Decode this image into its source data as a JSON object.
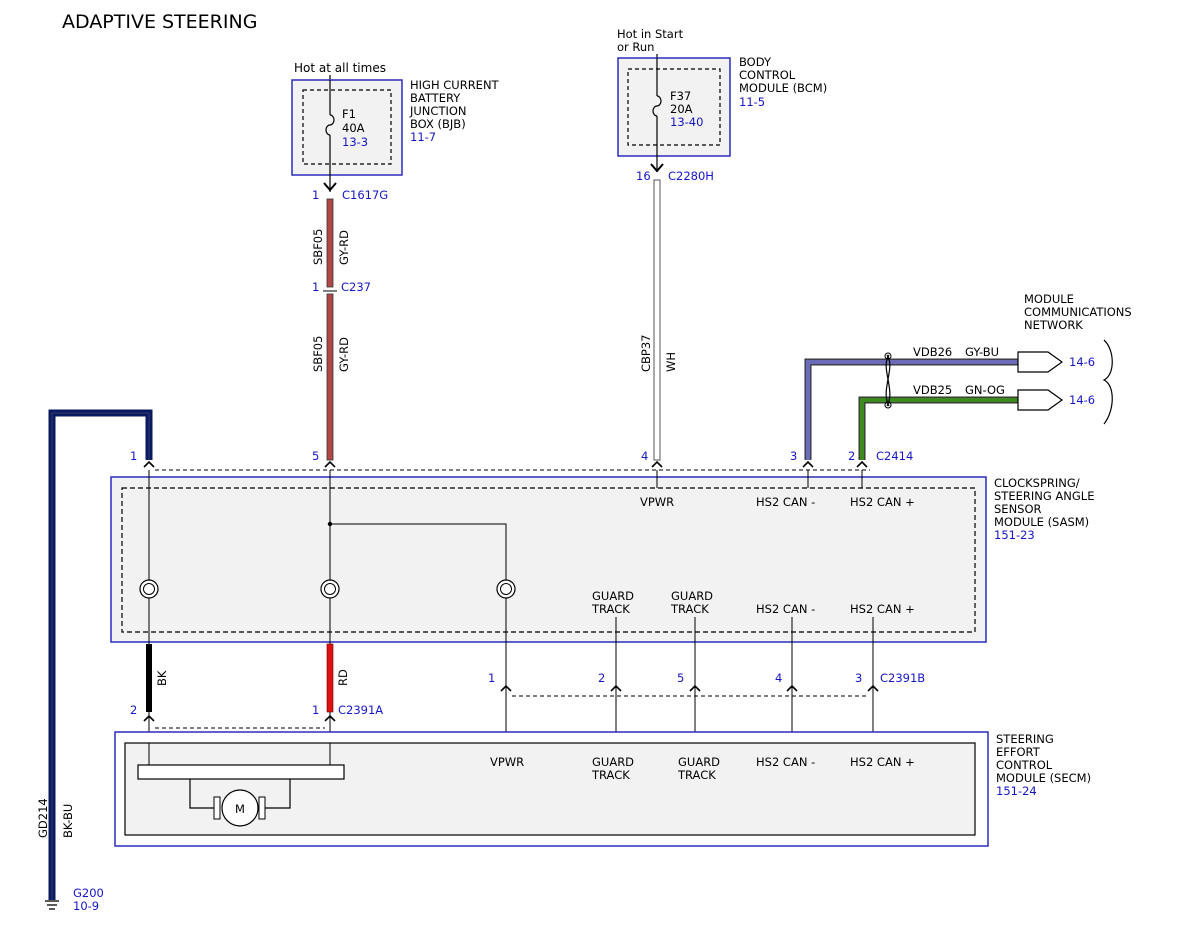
{
  "title": "ADAPTIVE STEERING",
  "colors": {
    "link": "#1515c8",
    "box_fill": "#f2f2f2",
    "box_border": "#2d2dbd",
    "wire_gy_rd": "#b34848",
    "wire_bk": "#000000",
    "wire_rd": "#e01010",
    "wire_gy_bu": "#6b6bb8",
    "wire_gn_og": "#3d8a1e",
    "wire_bk_bu": "#0b1a5e"
  },
  "bjb": {
    "hot_label": "Hot at all times",
    "fuse_name": "F1",
    "fuse_rating": "40A",
    "fuse_ref": "13-3",
    "name_lines": [
      "HIGH CURRENT",
      "BATTERY",
      "JUNCTION",
      "BOX (BJB)"
    ],
    "ref": "11-7"
  },
  "bcm": {
    "hot_lines": [
      "Hot in Start",
      "or Run"
    ],
    "fuse_name": "F37",
    "fuse_rating": "20A",
    "fuse_ref": "13-40",
    "name_lines": [
      "BODY",
      "CONTROL",
      "MODULE (BCM)"
    ],
    "ref": "11-5"
  },
  "connectors": {
    "c1617g": {
      "pin": "1",
      "name": "C1617G"
    },
    "c237": {
      "pin": "1",
      "name": "C237"
    },
    "c2280h": {
      "pin": "16",
      "name": "C2280H"
    },
    "c2414": {
      "name": "C2414",
      "pins": [
        "1",
        "5",
        "4",
        "3",
        "2"
      ]
    },
    "c2391a": {
      "name": "C2391A",
      "pins": [
        "2",
        "1"
      ]
    },
    "c2391b": {
      "name": "C2391B",
      "pins": [
        "1",
        "2",
        "5",
        "4",
        "3"
      ]
    }
  },
  "wires": {
    "sbf05_upper": {
      "circuit": "SBF05",
      "color": "GY-RD"
    },
    "sbf05_lower": {
      "circuit": "SBF05",
      "color": "GY-RD"
    },
    "cbp37": {
      "circuit": "CBP37",
      "color": "WH"
    },
    "vdb26": {
      "circuit": "VDB26",
      "color": "GY-BU",
      "ref": "14-6"
    },
    "vdb25": {
      "circuit": "VDB25",
      "color": "GN-OG",
      "ref": "14-6"
    },
    "bk": {
      "color": "BK"
    },
    "rd": {
      "color": "RD"
    },
    "gd214": {
      "circuit": "GD214",
      "color": "BK-BU"
    }
  },
  "network": {
    "name_lines": [
      "MODULE",
      "COMMUNICATIONS",
      "NETWORK"
    ]
  },
  "sasm": {
    "name_lines": [
      "CLOCKSPRING/",
      "STEERING ANGLE",
      "SENSOR",
      "MODULE (SASM)"
    ],
    "ref": "151-23",
    "top_pins": [
      "VPWR",
      "HS2 CAN -",
      "HS2 CAN +"
    ],
    "bottom_pins": [
      [
        "GUARD",
        "TRACK"
      ],
      [
        "GUARD",
        "TRACK"
      ],
      [
        "HS2 CAN -"
      ],
      [
        "HS2 CAN +"
      ]
    ]
  },
  "secm": {
    "name_lines": [
      "STEERING",
      "EFFORT",
      "CONTROL",
      "MODULE (SECM)"
    ],
    "ref": "151-24",
    "pins": [
      [
        "VPWR"
      ],
      [
        "GUARD",
        "TRACK"
      ],
      [
        "GUARD",
        "TRACK"
      ],
      [
        "HS2 CAN -"
      ],
      [
        "HS2 CAN +"
      ]
    ],
    "motor_label": "M"
  },
  "ground": {
    "name": "G200",
    "ref": "10-9"
  }
}
